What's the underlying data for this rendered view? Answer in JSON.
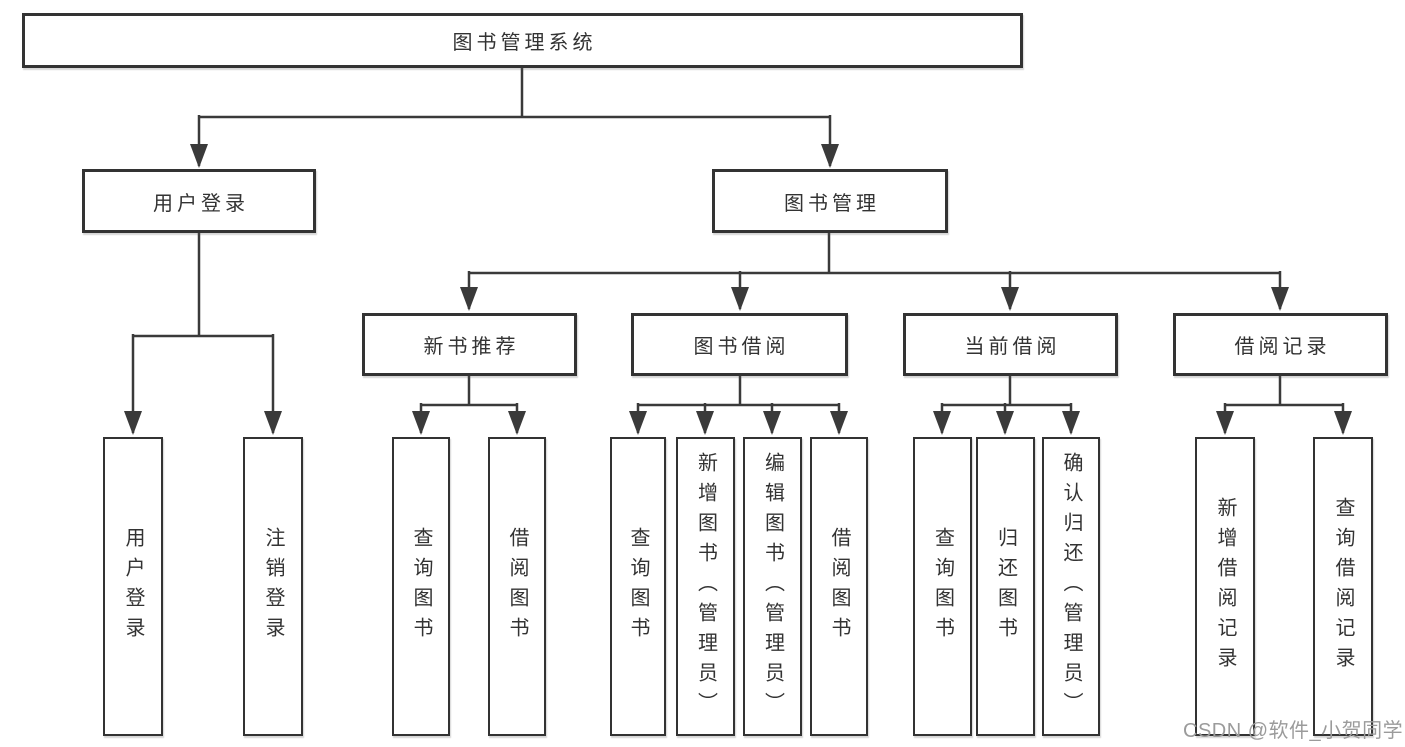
{
  "tree": {
    "root": {
      "label": "图书管理系统",
      "children": [
        {
          "label": "用户登录",
          "children": [
            {
              "label": "用户登录"
            },
            {
              "label": "注销登录"
            }
          ]
        },
        {
          "label": "图书管理",
          "children": [
            {
              "label": "新书推荐",
              "children": [
                {
                  "label": "查询图书"
                },
                {
                  "label": "借阅图书"
                }
              ]
            },
            {
              "label": "图书借阅",
              "children": [
                {
                  "label": "查询图书"
                },
                {
                  "label": "新增图书（管理员）"
                },
                {
                  "label": "编辑图书（管理员）"
                },
                {
                  "label": "借阅图书"
                }
              ]
            },
            {
              "label": "当前借阅",
              "children": [
                {
                  "label": "查询图书"
                },
                {
                  "label": "归还图书"
                },
                {
                  "label": "确认归还（管理员）"
                }
              ]
            },
            {
              "label": "借阅记录",
              "children": [
                {
                  "label": "新增借阅记录"
                },
                {
                  "label": "查询借阅记录"
                }
              ]
            }
          ]
        }
      ]
    }
  },
  "watermark": {
    "text": "CSDN @软件_小贺同学",
    "color": "#9b9b9b"
  },
  "colors": {
    "line": "#3a3a3a",
    "box_border": "#333333",
    "text": "#333333",
    "background": "#ffffff"
  }
}
